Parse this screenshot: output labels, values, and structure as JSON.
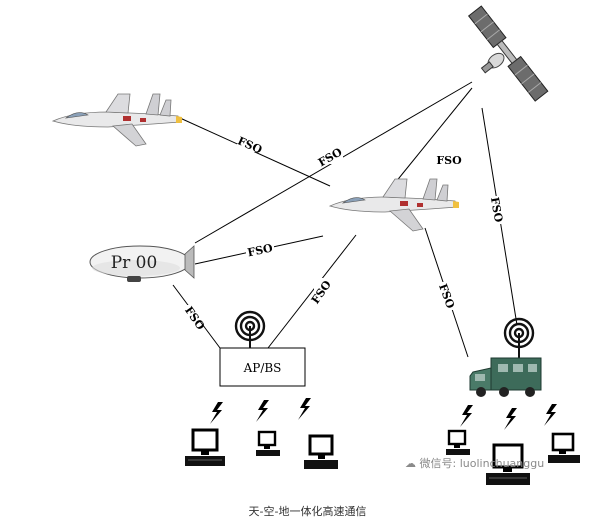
{
  "diagram": {
    "link_label": "FSO",
    "ap_label": "AP/BS",
    "airship_text": "Pr 00"
  },
  "caption": "天-空-地一体化高速通信",
  "watermark": "微信号: luolinchuanggu"
}
